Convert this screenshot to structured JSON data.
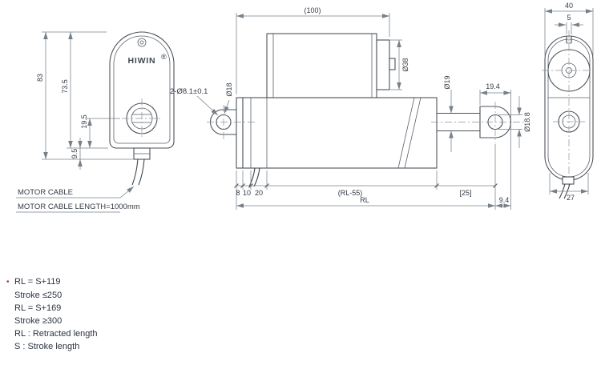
{
  "colors": {
    "line": "#4d525a",
    "dimension": "#76808a",
    "text": "#343b47",
    "bullet": "#a33c3c"
  },
  "front_view": {
    "logo": "HIWIN",
    "logo_reg": "®",
    "dim_total_height": "83",
    "dim_body_height": "73.5",
    "dim_hole_offset": "19.5",
    "dim_gland_height": "9.5",
    "cable_label_line1": "MOTOR CABLE",
    "cable_label_line2": "MOTOR CABLE LENGTH=1000mm"
  },
  "side_view": {
    "dim_motor_length": "(100)",
    "dim_mount_holes": "2-Ø8.1±0.1",
    "dim_rear_hole_dia": "Ø18",
    "dim_motor_dia": "Ø38",
    "dim_rod_dia": "Ø19",
    "dim_front_offset": "19.4",
    "dim_front_hole_dia": "Ø18.8",
    "dim_seg_1": "8",
    "dim_seg_2": "10",
    "dim_seg_3": "20",
    "dim_body_length": "(RL-55)",
    "dim_front_length": "[25]",
    "dim_total_length": "RL",
    "dim_front_tip": "9.4"
  },
  "end_view": {
    "dim_width": "40",
    "dim_slot_width": "5",
    "dim_bottom_width": "27"
  },
  "notes": {
    "bullet": "•",
    "lines": [
      "RL = S+119",
      "Stroke ≤250",
      "RL = S+169",
      "Stroke ≥300",
      "RL : Retracted length",
      "S : Stroke length"
    ]
  }
}
